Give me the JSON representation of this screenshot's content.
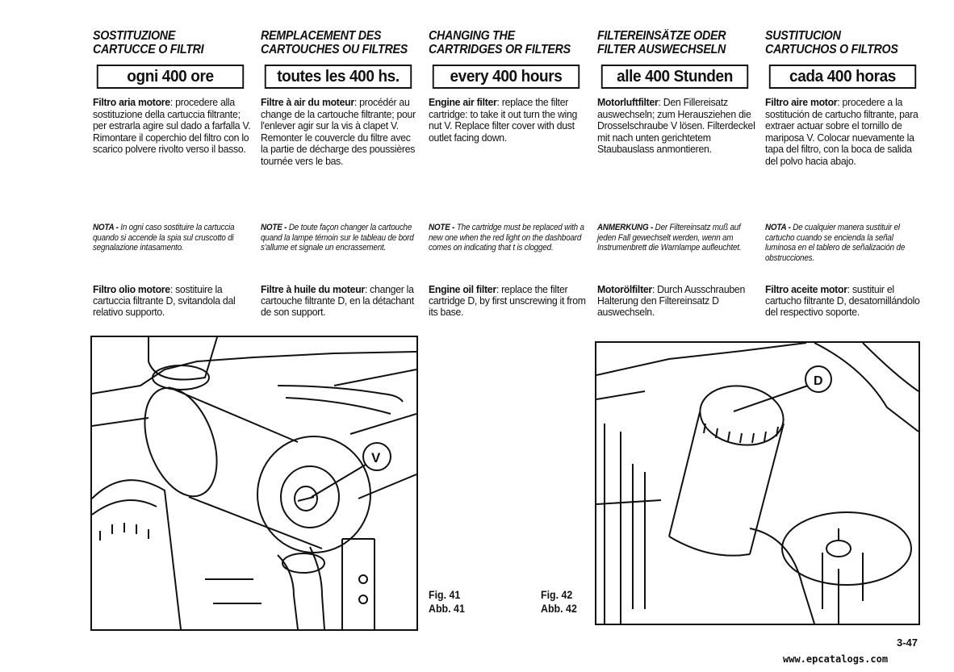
{
  "columns": [
    {
      "title_line1": "SOSTITUZIONE",
      "title_line2": "CARTUCCE O FILTRI",
      "interval": "ogni 400 ore",
      "air_filter_label": "Filtro aria motore",
      "air_filter_text": ": procedere alla sostituzione della cartuccia filtrante; per estrarla agire sul dado a farfalla V. Rimontare il coperchio del filtro con lo scarico polvere rivolto verso il basso.",
      "note_label": "NOTA -",
      "note_text": " In ogni caso sostituire la cartuccia quando si accende la spia sul cruscotto di segnalazione intasamento.",
      "oil_filter_label": "Filtro olio motore",
      "oil_filter_text": ": sostituire la cartuccia filtrante D, svitandola dal relativo supporto."
    },
    {
      "title_line1": "REMPLACEMENT DES",
      "title_line2": "CARTOUCHES OU FILTRES",
      "interval": "toutes les 400 hs.",
      "air_filter_label": "Filtre à air du moteur",
      "air_filter_text": ": procédér au change de la cartouche filtrante; pour l'enlever agir sur la vis à clapet V. Remonter le couvercle du filtre avec la partie de décharge des poussières tournée vers le bas.",
      "note_label": "NOTE -",
      "note_text": " De toute façon changer la cartouche quand la lampe témoin sur le tableau de bord s'allume et signale un encrassement.",
      "oil_filter_label": "Filtre à huile du moteur",
      "oil_filter_text": ": changer la cartouche filtrante D, en la détachant de son support."
    },
    {
      "title_line1": "CHANGING THE",
      "title_line2": "CARTRIDGES OR FILTERS",
      "interval": "every 400 hours",
      "air_filter_label": "Engine air filter",
      "air_filter_text": ": replace the filter cartridge: to take it out turn the wing nut V. Replace filter cover with dust outlet facing down.",
      "note_label": "NOTE -",
      "note_text": " The cartridge must be replaced with a new one when the red light on the dashboard comes on indicating that t is clogged.",
      "oil_filter_label": "Engine oil filter",
      "oil_filter_text": ": replace the filter cartridge D, by first unscrewing it from its base."
    },
    {
      "title_line1": "FILTEREINSÄTZE ODER",
      "title_line2": "FILTER AUSWECHSELN",
      "interval": "alle 400 Stunden",
      "air_filter_label": "Motorluftfilter",
      "air_filter_text": ": Den Fillereisatz auswechseln; zum Herausziehen die Drosselschraube V lösen. Filterdeckel mit nach unten gerichtetem Staubauslass anmontieren.",
      "note_label": "ANMERKUNG -",
      "note_text": " Der Filtereinsatz muß auf jeden Fall gewechselt werden, wenn am Instrumenbrett die Warnlampe aufleuchtet.",
      "oil_filter_label": "Motorölfilter",
      "oil_filter_text": ": Durch Ausschrauben Halterung den Filtereinsatz D auswechseln."
    },
    {
      "title_line1": "SUSTITUCION",
      "title_line2": "CARTUCHOS O FILTROS",
      "interval": "cada 400 horas",
      "air_filter_label": "Filtro aire motor",
      "air_filter_text": ": procedere a la sostitución de cartucho filtrante, para extraer actuar sobre el tornillo de mariposa V. Colocar nuevamente la tapa del filtro, con la boca de salida del polvo hacia abajo.",
      "note_label": "NOTA -",
      "note_text": " De cualquier manera sustituir el cartucho cuando se encienda la señal luminosa en el tablero de señalización de obstrucciones.",
      "oil_filter_label": "Filtro aceite motor",
      "oil_filter_text": ": sustituir el cartucho filtrante D, desatornillándolo del respectivo soporte."
    }
  ],
  "figures": {
    "fig41": {
      "caption_line1": "Fig. 41",
      "caption_line2": "Abb. 41",
      "callout": "V"
    },
    "fig42": {
      "caption_line1": "Fig. 42",
      "caption_line2": "Abb. 42",
      "callout": "D"
    }
  },
  "footer": {
    "page_number": "3-47",
    "url": "www.epcatalogs.com"
  }
}
